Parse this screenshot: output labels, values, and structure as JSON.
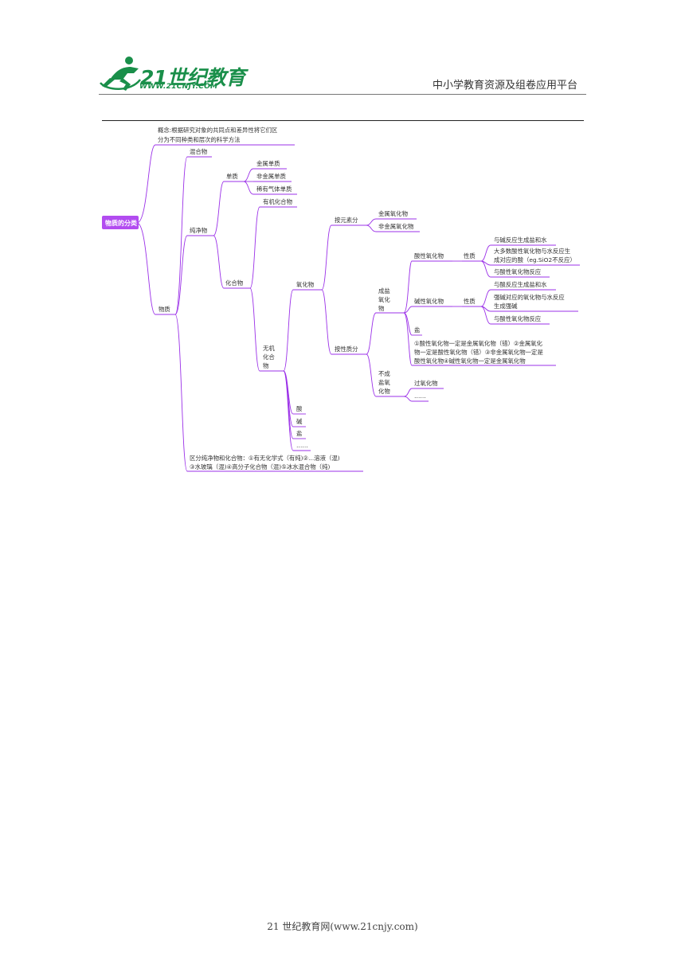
{
  "header": {
    "logo_text": "21世纪教育",
    "logo_url": "WWW.21CNJY.COM",
    "platform": "中小学教育资源及组卷应用平台"
  },
  "footer": {
    "text": "21 世纪教育网(www.21cnjy.com)"
  },
  "colors": {
    "accent": "#9b30e8",
    "root_bg": "#b24cf0",
    "brand": "#1a8f4a"
  },
  "mindmap": {
    "root": "物质的分类",
    "concept_line1": "概念:根据研究对象的共同点和差异性将它们区",
    "concept_line2": "分为不同种类和层次的科学方法",
    "substance": "物质",
    "mixture": "混合物",
    "pure": "纯净物",
    "simple": "单质",
    "metal_simple": "金属单质",
    "nonmetal_simple": "非金属单质",
    "noble_gas": "稀有气体单质",
    "compound": "化合物",
    "organic": "有机化合物",
    "inorganic": [
      "无机",
      "化合",
      "物"
    ],
    "oxide": "氧化物",
    "by_element": "按元素分",
    "metal_oxide": "金属氧化物",
    "nonmetal_oxide": "非金属氧化物",
    "by_property": "按性质分",
    "salt_forming": [
      "成盐",
      "氧化",
      "物"
    ],
    "acidic_oxide": "酸性氧化物",
    "basic_oxide": "碱性氧化物",
    "property": "性质",
    "acidic_props": {
      "p1": "与碱反应生成盐和水",
      "p2a": "大多数酸性氧化物与水反应生",
      "p2b": "成对应的酸（eg.SiO2不反应）",
      "p3": "与酸性氧化物反应"
    },
    "basic_props": {
      "p1": "与酸反应生成盐和水",
      "p2a": "强碱对应的氧化物与水反应",
      "p2b": "生成强碱",
      "p3": "与酸性氧化物反应"
    },
    "salt_small": "盐",
    "judge": {
      "l1": "①酸性氧化物一定是金属氧化物（错）②金属氧化",
      "l2": "物一定是酸性氧化物（错）③非金属氧化物一定是",
      "l3": "酸性氧化物④碱性氧化物一定是金属氧化物"
    },
    "non_salt_forming": [
      "不成",
      "盐氧",
      "化物"
    ],
    "peroxide": "过氧化物",
    "ellipsis": "……",
    "acid": "酸",
    "base": "碱",
    "salt": "盐",
    "dots": "……",
    "distinguish_line1": "区分纯净物和化合物：①有无化学式（有纯)②...溶液（混)",
    "distinguish_line2": "③水玻璃（混)④高分子化合物（混)⑤冰水混合物（纯)"
  }
}
